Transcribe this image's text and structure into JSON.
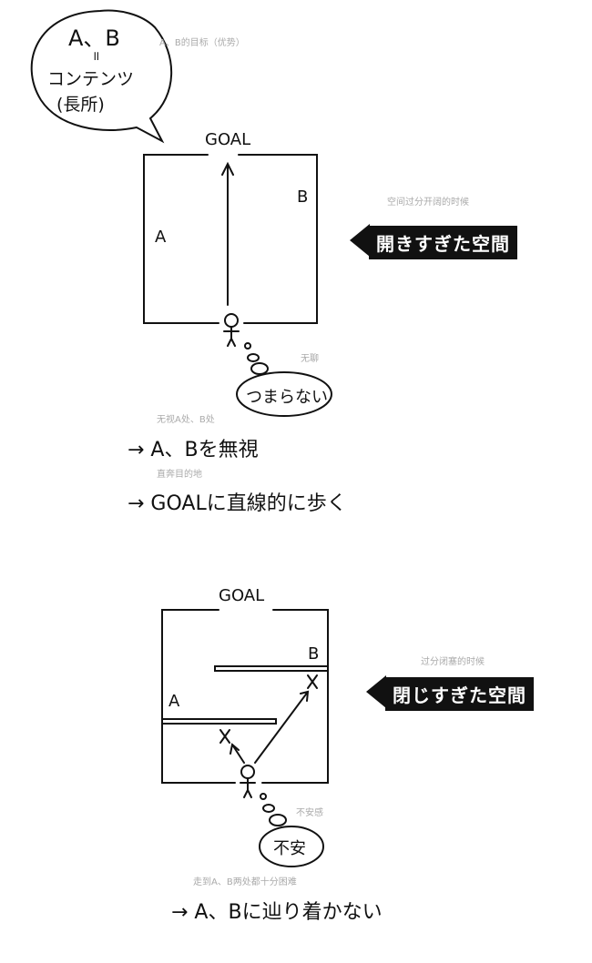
{
  "top": {
    "speech_bubble": {
      "line1": "A、B",
      "line2": "॥",
      "line3": "コンテンツ",
      "line4": "(長所)"
    },
    "speech_note": "A、B的目标（优势）",
    "goal_label": "GOAL",
    "label_a": "A",
    "label_b": "B",
    "banner_note": "空间过分开阔的时候",
    "banner": "開きすぎた空間",
    "thought": "つまらない",
    "thought_note": "无聊",
    "result1_note": "无视A处、B处",
    "result1": "→ A、Bを無視",
    "result2_note": "直奔目的地",
    "result2": "→ GOALに直線的に歩く"
  },
  "bottom": {
    "goal_label": "GOAL",
    "label_a": "A",
    "label_b": "B",
    "banner_note": "过分闭塞的时候",
    "banner": "閉じすぎた空間",
    "thought": "不安",
    "thought_note": "不安感",
    "result_note": "走到A、B两处都十分困难",
    "result": "→ A、Bに辿り着かない"
  }
}
